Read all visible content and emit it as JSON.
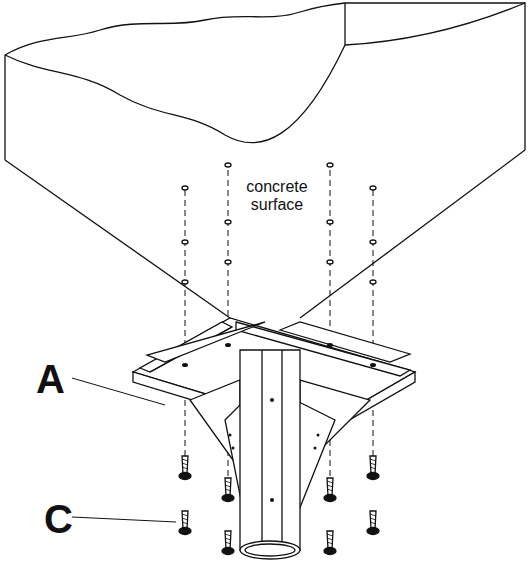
{
  "diagram": {
    "labels": [
      "concrete surface",
      "A",
      "C"
    ]
  }
}
